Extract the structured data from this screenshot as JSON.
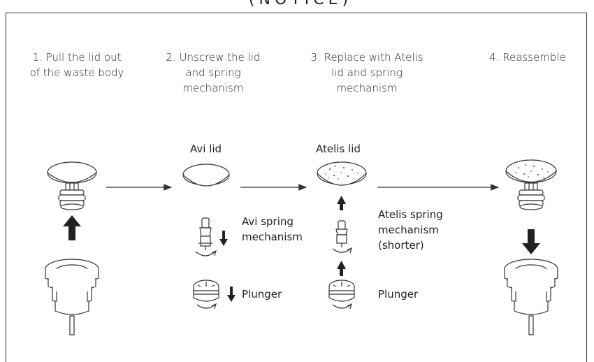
{
  "header": {
    "title_fragment": "(NOTICE)"
  },
  "steps": [
    {
      "line1": "1. Pull the lid out",
      "line2": "of the waste body",
      "line3": ""
    },
    {
      "line1": "2. Unscrew the lid",
      "line2": "and spring",
      "line3": "mechanism"
    },
    {
      "line1": "3. Replace with Atelis",
      "line2": "lid and spring",
      "line3": "mechanism"
    },
    {
      "line1": "4. Reassemble",
      "line2": "",
      "line3": ""
    }
  ],
  "labels": {
    "avi_lid": "Avi lid",
    "atelis_lid": "Atelis lid",
    "avi_spring_1": "Avi spring",
    "avi_spring_2": "mechanism",
    "atelis_spring_1": "Atelis spring",
    "atelis_spring_2": "mechanism",
    "atelis_spring_3": "(shorter)",
    "plunger_1": "Plunger",
    "plunger_2": "Plunger"
  }
}
